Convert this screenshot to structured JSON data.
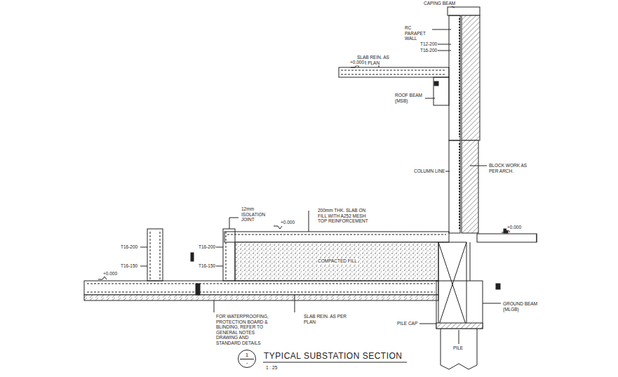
{
  "diagram": {
    "title": "TYPICAL SUBSTATION SECTION",
    "nodes": [
      {
        "text": [
          "1",
          "-"
        ]
      }
    ],
    "labels": [
      "CAPING BEAM",
      "RC PARAPET WALL",
      "T12-200",
      "T16-200",
      "SLAB REIN. AS PER PLAN",
      "+0.000",
      "ROOF BEAM (MSB)",
      "COLUMN LINE",
      "BLOCK WORK AS PER ARCH.",
      "+0.000",
      "12mm ISOLATION JOINT",
      "200mm THK. SLAB ON FILL WITH A252 MESH TOP REINFORCEMENT",
      "+0.000",
      "COMPACTED FILL",
      "T16-200",
      "T16-150",
      "T16-200",
      "T16-150",
      "+0.000",
      "FOR WATERPROOFING, PROTECTION BOARD & BLINDING, REFER TO GENERAL NOTES DRAWING AND STANDARD DETAILS",
      "SLAB REIN. AS PER PLAN",
      "GROUND BEAM (MLGB)",
      "PILE CAP",
      "PILE",
      "1 : 25"
    ]
  }
}
